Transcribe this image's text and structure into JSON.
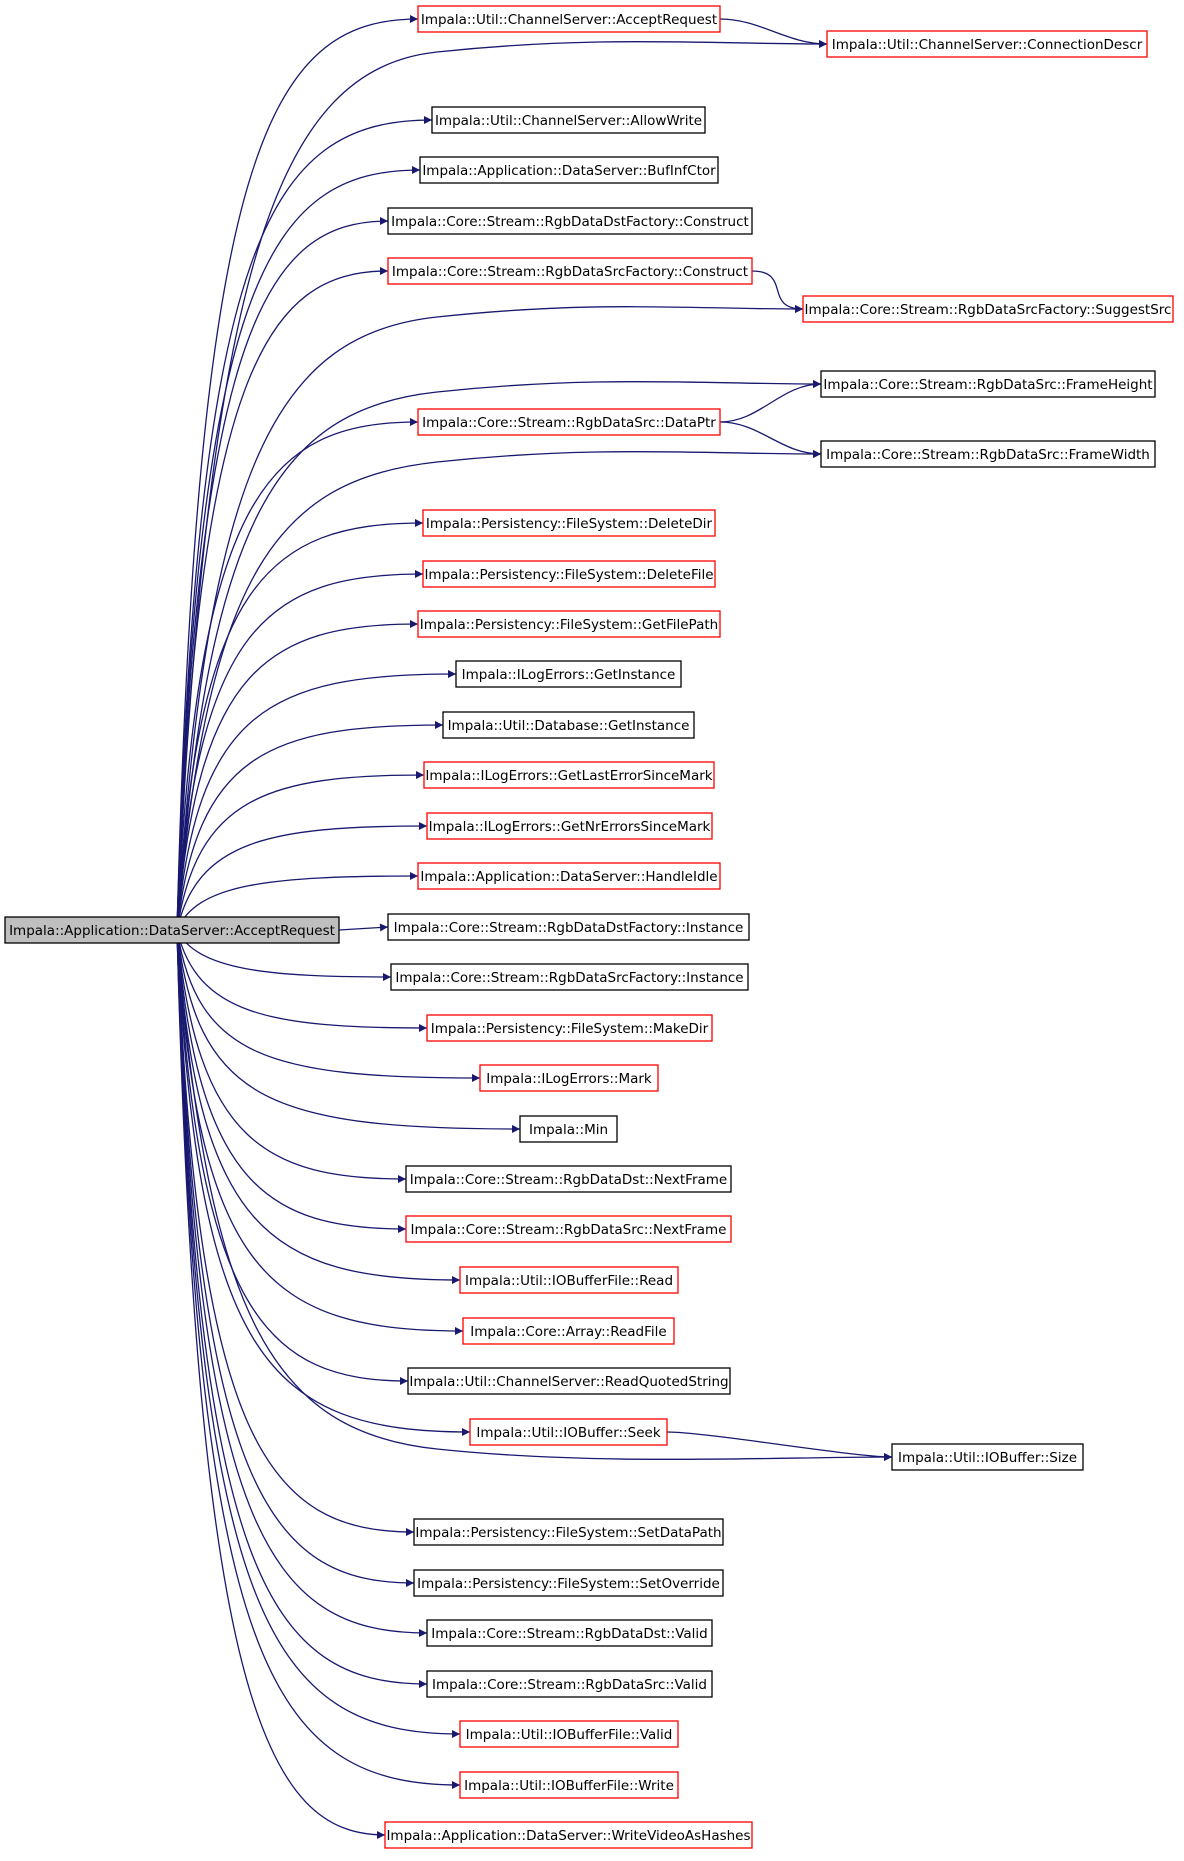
{
  "colors": {
    "edge": "#191970",
    "root_fill": "#bfbfbf",
    "border_documented": "#000000",
    "border_undocumented": "#ff0000"
  },
  "root": {
    "id": "root",
    "label": "Impala::Application::DataServer::AcceptRequest"
  },
  "nodes": [
    {
      "id": "n1",
      "label": "Impala::Util::ChannelServer::AcceptRequest",
      "border": "red"
    },
    {
      "id": "n2",
      "label": "Impala::Util::ChannelServer::ConnectionDescr",
      "border": "red"
    },
    {
      "id": "n3",
      "label": "Impala::Util::ChannelServer::AllowWrite",
      "border": "black"
    },
    {
      "id": "n4",
      "label": "Impala::Application::DataServer::BufInfCtor",
      "border": "black"
    },
    {
      "id": "n5",
      "label": "Impala::Core::Stream::RgbDataDstFactory::Construct",
      "border": "black"
    },
    {
      "id": "n6",
      "label": "Impala::Core::Stream::RgbDataSrcFactory::Construct",
      "border": "red"
    },
    {
      "id": "n7",
      "label": "Impala::Core::Stream::RgbDataSrcFactory::SuggestSrc",
      "border": "red"
    },
    {
      "id": "n8",
      "label": "Impala::Core::Stream::RgbDataSrc::FrameHeight",
      "border": "black"
    },
    {
      "id": "n9",
      "label": "Impala::Core::Stream::RgbDataSrc::DataPtr",
      "border": "red"
    },
    {
      "id": "n10",
      "label": "Impala::Core::Stream::RgbDataSrc::FrameWidth",
      "border": "black"
    },
    {
      "id": "n11",
      "label": "Impala::Persistency::FileSystem::DeleteDir",
      "border": "red"
    },
    {
      "id": "n12",
      "label": "Impala::Persistency::FileSystem::DeleteFile",
      "border": "red"
    },
    {
      "id": "n13",
      "label": "Impala::Persistency::FileSystem::GetFilePath",
      "border": "red"
    },
    {
      "id": "n14",
      "label": "Impala::ILogErrors::GetInstance",
      "border": "black"
    },
    {
      "id": "n15",
      "label": "Impala::Util::Database::GetInstance",
      "border": "black"
    },
    {
      "id": "n16",
      "label": "Impala::ILogErrors::GetLastErrorSinceMark",
      "border": "red"
    },
    {
      "id": "n17",
      "label": "Impala::ILogErrors::GetNrErrorsSinceMark",
      "border": "red"
    },
    {
      "id": "n18",
      "label": "Impala::Application::DataServer::HandleIdle",
      "border": "red"
    },
    {
      "id": "n19",
      "label": "Impala::Core::Stream::RgbDataDstFactory::Instance",
      "border": "black"
    },
    {
      "id": "n20",
      "label": "Impala::Core::Stream::RgbDataSrcFactory::Instance",
      "border": "black"
    },
    {
      "id": "n21",
      "label": "Impala::Persistency::FileSystem::MakeDir",
      "border": "red"
    },
    {
      "id": "n22",
      "label": "Impala::ILogErrors::Mark",
      "border": "red"
    },
    {
      "id": "n23",
      "label": "Impala::Min",
      "border": "black"
    },
    {
      "id": "n24",
      "label": "Impala::Core::Stream::RgbDataDst::NextFrame",
      "border": "black"
    },
    {
      "id": "n25",
      "label": "Impala::Core::Stream::RgbDataSrc::NextFrame",
      "border": "red"
    },
    {
      "id": "n26",
      "label": "Impala::Util::IOBufferFile::Read",
      "border": "red"
    },
    {
      "id": "n27",
      "label": "Impala::Core::Array::ReadFile",
      "border": "red"
    },
    {
      "id": "n28",
      "label": "Impala::Util::ChannelServer::ReadQuotedString",
      "border": "black"
    },
    {
      "id": "n29",
      "label": "Impala::Util::IOBuffer::Seek",
      "border": "red"
    },
    {
      "id": "n30",
      "label": "Impala::Util::IOBuffer::Size",
      "border": "black"
    },
    {
      "id": "n31",
      "label": "Impala::Persistency::FileSystem::SetDataPath",
      "border": "black"
    },
    {
      "id": "n32",
      "label": "Impala::Persistency::FileSystem::SetOverride",
      "border": "black"
    },
    {
      "id": "n33",
      "label": "Impala::Core::Stream::RgbDataDst::Valid",
      "border": "black"
    },
    {
      "id": "n34",
      "label": "Impala::Core::Stream::RgbDataSrc::Valid",
      "border": "black"
    },
    {
      "id": "n35",
      "label": "Impala::Util::IOBufferFile::Valid",
      "border": "red"
    },
    {
      "id": "n36",
      "label": "Impala::Util::IOBufferFile::Write",
      "border": "red"
    },
    {
      "id": "n37",
      "label": "Impala::Application::DataServer::WriteVideoAsHashes",
      "border": "red"
    }
  ],
  "edges": [
    [
      "root",
      "n1"
    ],
    [
      "root",
      "n2"
    ],
    [
      "root",
      "n3"
    ],
    [
      "root",
      "n4"
    ],
    [
      "root",
      "n5"
    ],
    [
      "root",
      "n6"
    ],
    [
      "root",
      "n7"
    ],
    [
      "root",
      "n8"
    ],
    [
      "root",
      "n9"
    ],
    [
      "root",
      "n10"
    ],
    [
      "root",
      "n11"
    ],
    [
      "root",
      "n12"
    ],
    [
      "root",
      "n13"
    ],
    [
      "root",
      "n14"
    ],
    [
      "root",
      "n15"
    ],
    [
      "root",
      "n16"
    ],
    [
      "root",
      "n17"
    ],
    [
      "root",
      "n18"
    ],
    [
      "root",
      "n19"
    ],
    [
      "root",
      "n20"
    ],
    [
      "root",
      "n21"
    ],
    [
      "root",
      "n22"
    ],
    [
      "root",
      "n23"
    ],
    [
      "root",
      "n24"
    ],
    [
      "root",
      "n25"
    ],
    [
      "root",
      "n26"
    ],
    [
      "root",
      "n27"
    ],
    [
      "root",
      "n28"
    ],
    [
      "root",
      "n29"
    ],
    [
      "root",
      "n30"
    ],
    [
      "root",
      "n31"
    ],
    [
      "root",
      "n32"
    ],
    [
      "root",
      "n33"
    ],
    [
      "root",
      "n34"
    ],
    [
      "root",
      "n35"
    ],
    [
      "root",
      "n36"
    ],
    [
      "root",
      "n37"
    ],
    [
      "n1",
      "n2"
    ],
    [
      "n6",
      "n7"
    ],
    [
      "n9",
      "n8"
    ],
    [
      "n9",
      "n10"
    ],
    [
      "n29",
      "n30"
    ]
  ]
}
